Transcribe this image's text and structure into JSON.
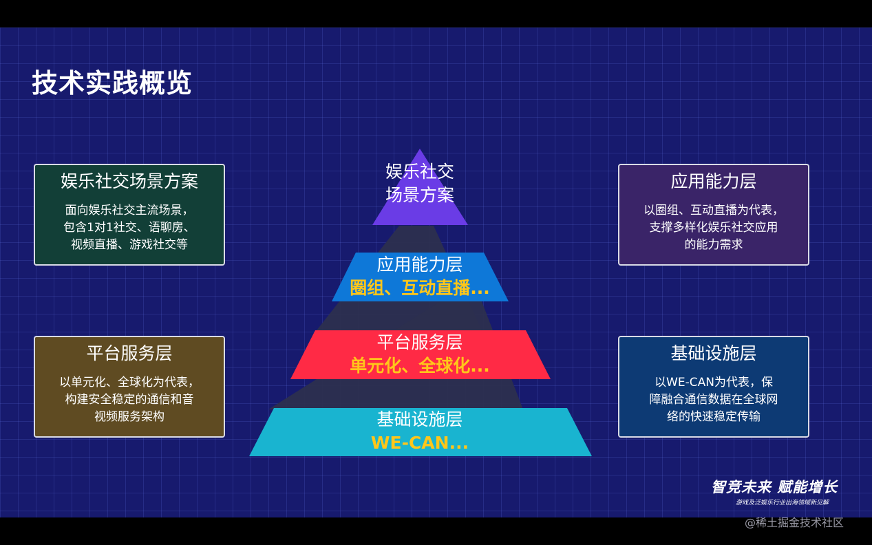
{
  "slide": {
    "title": "技术实践概览"
  },
  "pyramid": {
    "top": {
      "line1": "娱乐社交",
      "line2": "场景方案",
      "color": "#6a3ce6"
    },
    "layers": [
      {
        "title": "应用能力层",
        "subtitle": "圈组、互动直播...",
        "color": "#0e78d8"
      },
      {
        "title": "平台服务层",
        "subtitle": "单元化、全球化...",
        "color": "#ff2a45"
      },
      {
        "title": "基础设施层",
        "subtitle": "WE-CAN...",
        "color": "#19b4d0"
      }
    ],
    "subtitle_color": "#ffc61a"
  },
  "cards": {
    "scene": {
      "title": "娱乐社交场景方案",
      "body": [
        "面向娱乐社交主流场景，",
        "包含1对1社交、语聊房、",
        "视频直播、游戏社交等"
      ],
      "color": "#123f37"
    },
    "app": {
      "title": "应用能力层",
      "body": [
        "以圈组、互动直播为代表，",
        "支撑多样化娱乐社交应用",
        "的能力需求"
      ],
      "color": "#3a2468"
    },
    "platform": {
      "title": "平台服务层",
      "body": [
        "以单元化、全球化为代表，",
        "构建安全稳定的通信和音",
        "视频服务架构"
      ],
      "color": "#5f4b22"
    },
    "infra": {
      "title": "基础设施层",
      "body": [
        "以WE-CAN为代表，保",
        "障融合通信数据在全球网",
        "络的快速稳定传输"
      ],
      "color": "#0d3a74"
    }
  },
  "brand": {
    "main": "智竞未来 赋能增长",
    "sub": "游戏及泛娱乐行业出海领域新见解"
  },
  "watermark": "@稀土掘金技术社区"
}
